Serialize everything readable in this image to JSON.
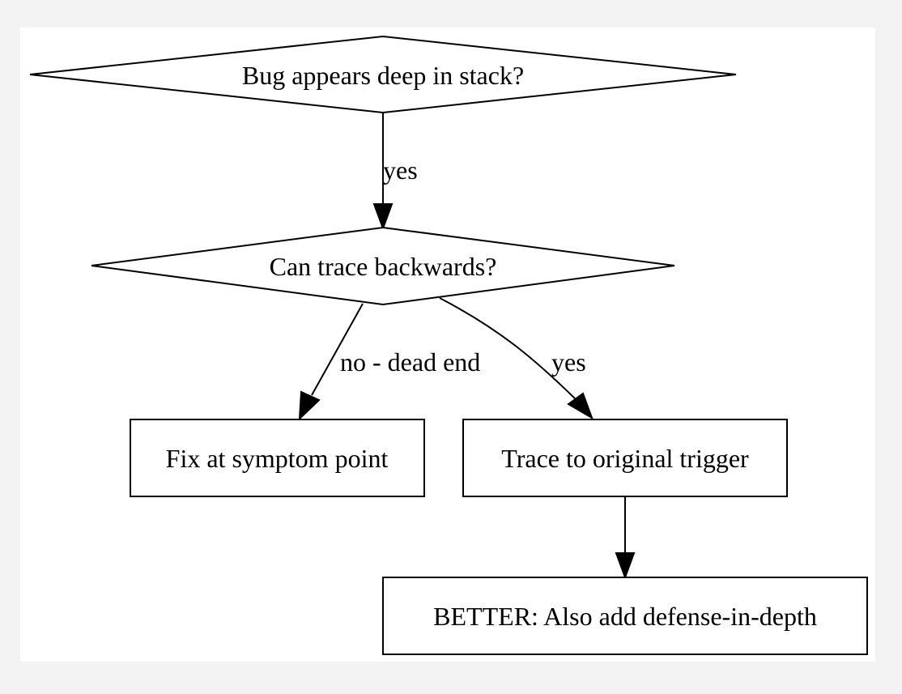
{
  "nodes": {
    "bug_deep": "Bug appears deep in stack?",
    "can_trace": "Can trace backwards?",
    "fix_symptom": "Fix at symptom point",
    "trace_trigger": "Trace to original trigger",
    "better": "BETTER: Also add defense-in-depth"
  },
  "edges": {
    "bug_to_trace": "yes",
    "trace_to_fix": "no - dead end",
    "trace_to_trigger": "yes"
  },
  "colors": {
    "page_background": "#f3f3f3",
    "diagram_background": "#ffffff",
    "stroke": "#000000",
    "text": "#000000"
  }
}
